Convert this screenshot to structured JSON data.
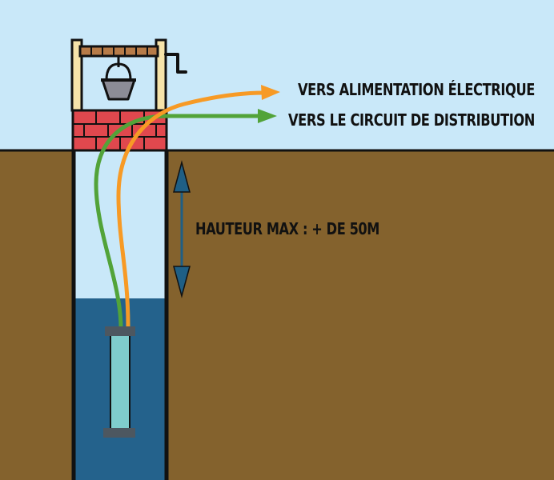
{
  "labels": {
    "power": "VERS ALIMENTATION ÉLECTRIQUE",
    "distribution": "VERS LE CIRCUIT DE DISTRIBUTION",
    "height": "HAUTEUR MAX : + DE 50M"
  },
  "colors": {
    "sky": "#c9e8f9",
    "soil": "#84622d",
    "well_air": "#c9e8f9",
    "water": "#24628c",
    "bricks": "#e0484e",
    "wood": "#f6e3a9",
    "rope_beam": "#b77b48",
    "bucket": "#8c8c96",
    "pump": "#7fcccc",
    "pump_cap": "#4d5760",
    "pipe_orange": "#f79a25",
    "pipe_green": "#52a339",
    "measure_arrow": "#1f5f85",
    "outline": "#111111"
  },
  "icons": [
    "well-windlass-icon",
    "bucket-icon",
    "crank-handle-icon",
    "submersible-pump-icon",
    "height-arrow-icon"
  ]
}
